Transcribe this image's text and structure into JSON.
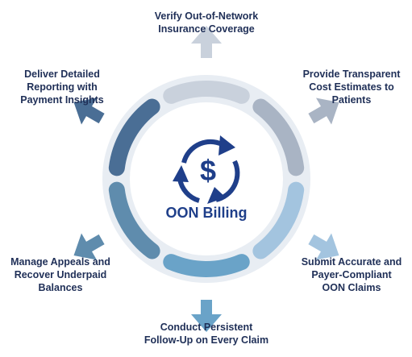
{
  "center": {
    "title": "OON Billing",
    "icon": "dollar-cycle-icon",
    "icon_color": "#1f3f8a"
  },
  "steps": [
    {
      "lines": [
        "Verify Out-of-Network",
        "Insurance Coverage"
      ],
      "color": "#c9d1dc"
    },
    {
      "lines": [
        "Provide Transparent",
        "Cost Estimates to",
        "Patients"
      ],
      "color": "#a9b4c4"
    },
    {
      "lines": [
        "Submit Accurate and",
        "Payer-Compliant",
        "OON Claims"
      ],
      "color": "#a3c4df"
    },
    {
      "lines": [
        "Conduct Persistent",
        "Follow-Up on Every Claim"
      ],
      "color": "#6aa3c8"
    },
    {
      "lines": [
        "Manage Appeals and",
        "Recover Underpaid",
        "Balances"
      ],
      "color": "#5f8cad"
    },
    {
      "lines": [
        "Deliver Detailed",
        "Reporting with",
        "Payment Insights"
      ],
      "color": "#4a6e95"
    }
  ],
  "colors": {
    "text": "#1f2f57",
    "ring_background": "#e8edf3"
  }
}
